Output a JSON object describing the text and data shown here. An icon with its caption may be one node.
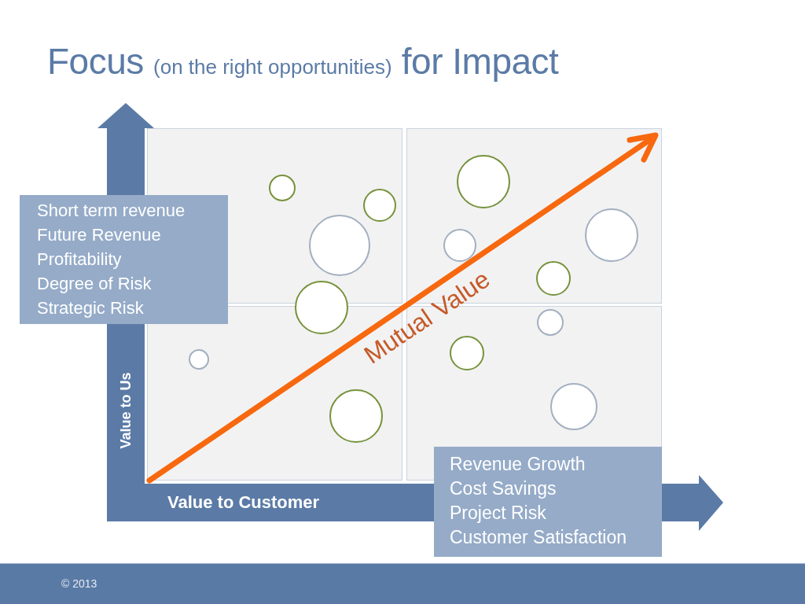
{
  "diagram": {
    "title": "Focus (on the right opportunities) for Impact",
    "nodes": [
      {
        "text": [
          "Short term revenue",
          "Future Revenue",
          "Profitability",
          "Degree of Risk",
          "Strategic Risk"
        ]
      },
      {
        "text": [],
        "shape": "box"
      },
      {
        "text": [],
        "shape": "circle",
        "in": 1
      },
      {
        "text": [],
        "shape": "circle",
        "in": 1
      },
      {
        "text": [],
        "shape": "circle",
        "in": 1
      },
      {
        "text": [],
        "shape": "box"
      },
      {
        "text": [],
        "shape": "circle",
        "in": 5
      },
      {
        "text": [],
        "shape": "circle",
        "in": 5
      },
      {
        "text": [],
        "shape": "circle",
        "in": 5
      },
      {
        "text": [],
        "shape": "circle",
        "in": 5
      },
      {
        "text": [],
        "shape": "circle"
      },
      {
        "text": [],
        "shape": "box"
      },
      {
        "text": [],
        "shape": "circle",
        "in": 11
      },
      {
        "text": [],
        "shape": "circle",
        "in": 11
      },
      {
        "text": [],
        "shape": "box"
      },
      {
        "text": [],
        "shape": "circle",
        "in": 14
      },
      {
        "text": [],
        "shape": "circle",
        "in": 14
      },
      {
        "text": [],
        "shape": "circle",
        "in": 14
      },
      {
        "text": [
          "Revenue Growth",
          "Cost Savings",
          "Project Risk",
          "Customer Satisfaction"
        ]
      }
    ],
    "labels": [
      "Mutual Value",
      "Value to Us",
      "Value to Customer",
      "© 2013"
    ]
  }
}
